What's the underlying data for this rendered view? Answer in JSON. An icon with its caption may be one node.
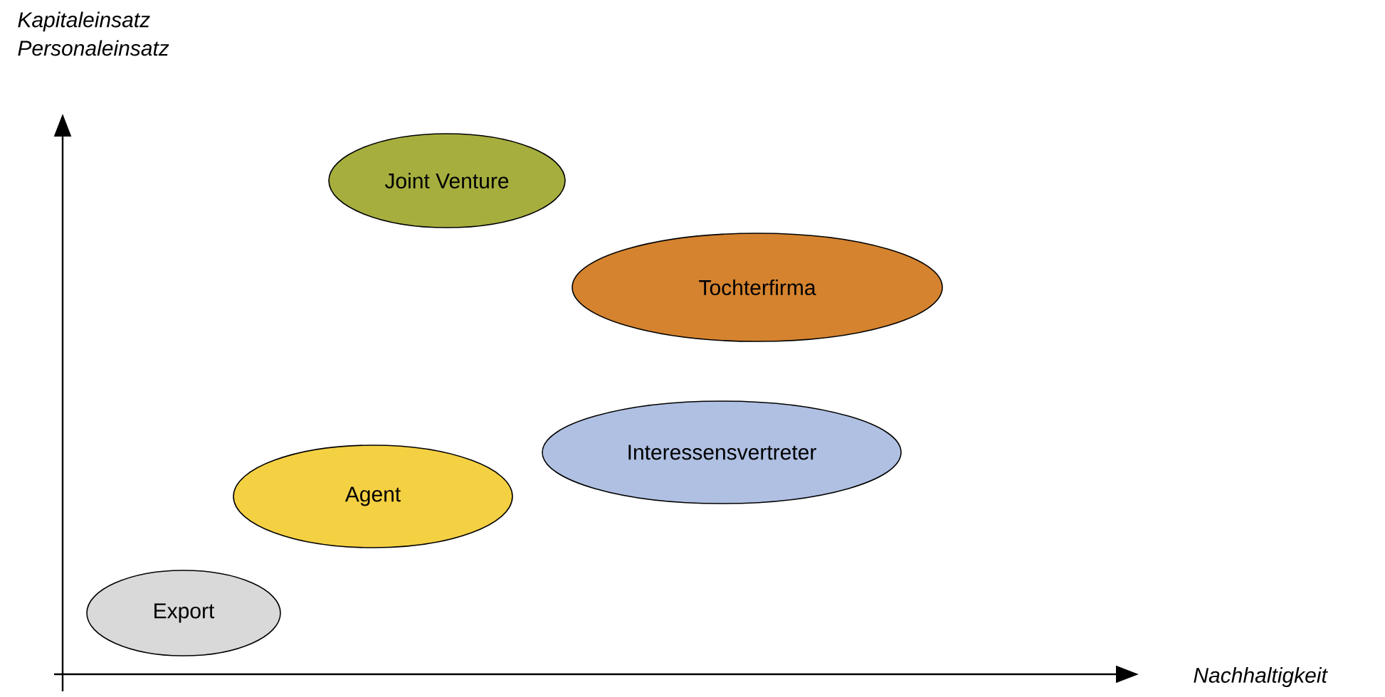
{
  "diagram": {
    "nodes": [
      {
        "text": [
          "Joint Venture"
        ]
      },
      {
        "text": [
          "Tochterfirma"
        ]
      },
      {
        "text": [
          "Interessensvertreter"
        ]
      },
      {
        "text": [
          "Agent"
        ]
      },
      {
        "text": [
          "Export"
        ]
      }
    ],
    "labels": [
      "Kapitaleinsatz Personaleinsatz",
      "Nachhaltigkeit"
    ]
  }
}
